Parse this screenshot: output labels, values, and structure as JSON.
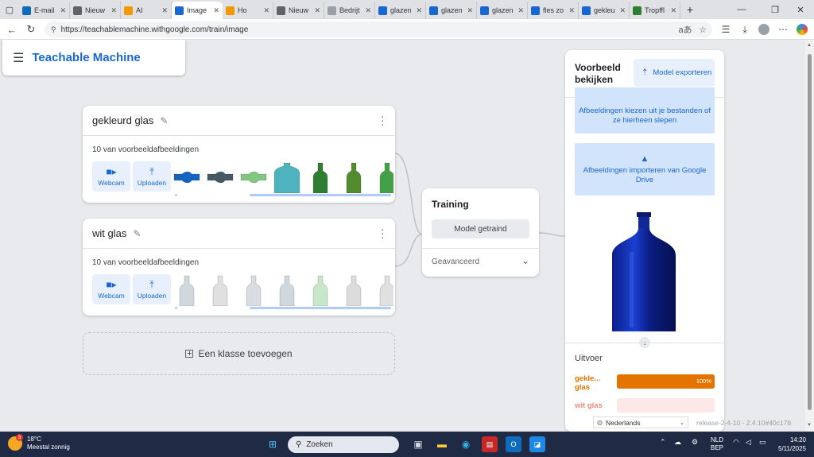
{
  "browser": {
    "tabs": [
      {
        "title": "E-mail",
        "icon": "outlook-icon",
        "color": "#0f6cbd"
      },
      {
        "title": "Nieuw",
        "icon": "page-icon",
        "color": "#5f6368"
      },
      {
        "title": "AI",
        "icon": "ai-icon",
        "color": "#f29900"
      },
      {
        "title": "Image",
        "icon": "tm-icon",
        "color": "#1967d2"
      },
      {
        "title": "Ho",
        "icon": "ho-icon",
        "color": "#f29900"
      },
      {
        "title": "Nieuw",
        "icon": "page-icon",
        "color": "#5f6368"
      },
      {
        "title": "Bedrijt",
        "icon": "globe-icon",
        "color": "#9aa0a6"
      },
      {
        "title": "glazen",
        "icon": "search-icon",
        "color": "#1967d2"
      },
      {
        "title": "glazen",
        "icon": "search-icon",
        "color": "#1967d2"
      },
      {
        "title": "glazen",
        "icon": "search-icon",
        "color": "#1967d2"
      },
      {
        "title": "fles zo",
        "icon": "search-icon",
        "color": "#1967d2"
      },
      {
        "title": "gekleu",
        "icon": "search-icon",
        "color": "#1967d2"
      },
      {
        "title": "Tropffl",
        "icon": "store-icon",
        "color": "#2e7d32"
      }
    ],
    "url": "https://teachablemachine.withgoogle.com/train/image"
  },
  "app": {
    "brand": "Teachable Machine"
  },
  "classes": [
    {
      "name": "gekleurd glas",
      "count_label": "10 van voorbeeldafbeeldingen",
      "webcam_label": "Webcam",
      "upload_label": "Uploaden",
      "thumbs": [
        {
          "kind": "lying",
          "color": "#1565c0"
        },
        {
          "kind": "lying",
          "color": "#455a64"
        },
        {
          "kind": "lying",
          "color": "#81c784"
        },
        {
          "kind": "wide",
          "color": "#4fb3bf"
        },
        {
          "kind": "tall",
          "color": "#2e7d32"
        },
        {
          "kind": "tall",
          "color": "#558b2f"
        },
        {
          "kind": "tall",
          "color": "#43a047"
        }
      ]
    },
    {
      "name": "wit glas",
      "count_label": "10 van voorbeeldafbeeldingen",
      "webcam_label": "Webcam",
      "upload_label": "Uploaden",
      "thumbs": [
        {
          "kind": "tall",
          "color": "#cfd8dc"
        },
        {
          "kind": "tall",
          "color": "#e0e0e0"
        },
        {
          "kind": "tall",
          "color": "#d7dde0"
        },
        {
          "kind": "tall",
          "color": "#cfd8dc"
        },
        {
          "kind": "tall",
          "color": "#c8e6c9"
        },
        {
          "kind": "tall",
          "color": "#dcdcdc"
        },
        {
          "kind": "tall",
          "color": "#e0e0e0"
        }
      ]
    }
  ],
  "add_class_label": "Een klasse toevoegen",
  "training": {
    "title": "Training",
    "button": "Model getraind",
    "advanced": "Geavanceerd"
  },
  "preview": {
    "title": "Voorbeeld bekijken",
    "export": "Model exporteren",
    "file_drop": "Afbeeldingen kiezen uit je bestanden of ze hierheen slepen",
    "drive_import": "Afbeeldingen importeren van Google Drive",
    "output_title": "Uitvoer",
    "outputs": [
      {
        "label": "gekle... glas",
        "percent_label": "100%",
        "confidence": 1.0,
        "color": "#e37400",
        "bg": "#fde7cc"
      },
      {
        "label": "wit glas",
        "percent_label": "",
        "confidence": 0.0,
        "color": "#f28b82",
        "bg": "#fce8e6"
      }
    ]
  },
  "footer": {
    "language": "Nederlands",
    "release": "release-2-4-10 - 2.4.10#40c178"
  },
  "taskbar": {
    "temperature": "18°C",
    "weather": "Meestal zonnig",
    "weather_badge": "3",
    "search": "Zoeken",
    "lang1": "NLD",
    "lang2": "BEP",
    "time": "14:20",
    "date": "5/11/2025"
  }
}
